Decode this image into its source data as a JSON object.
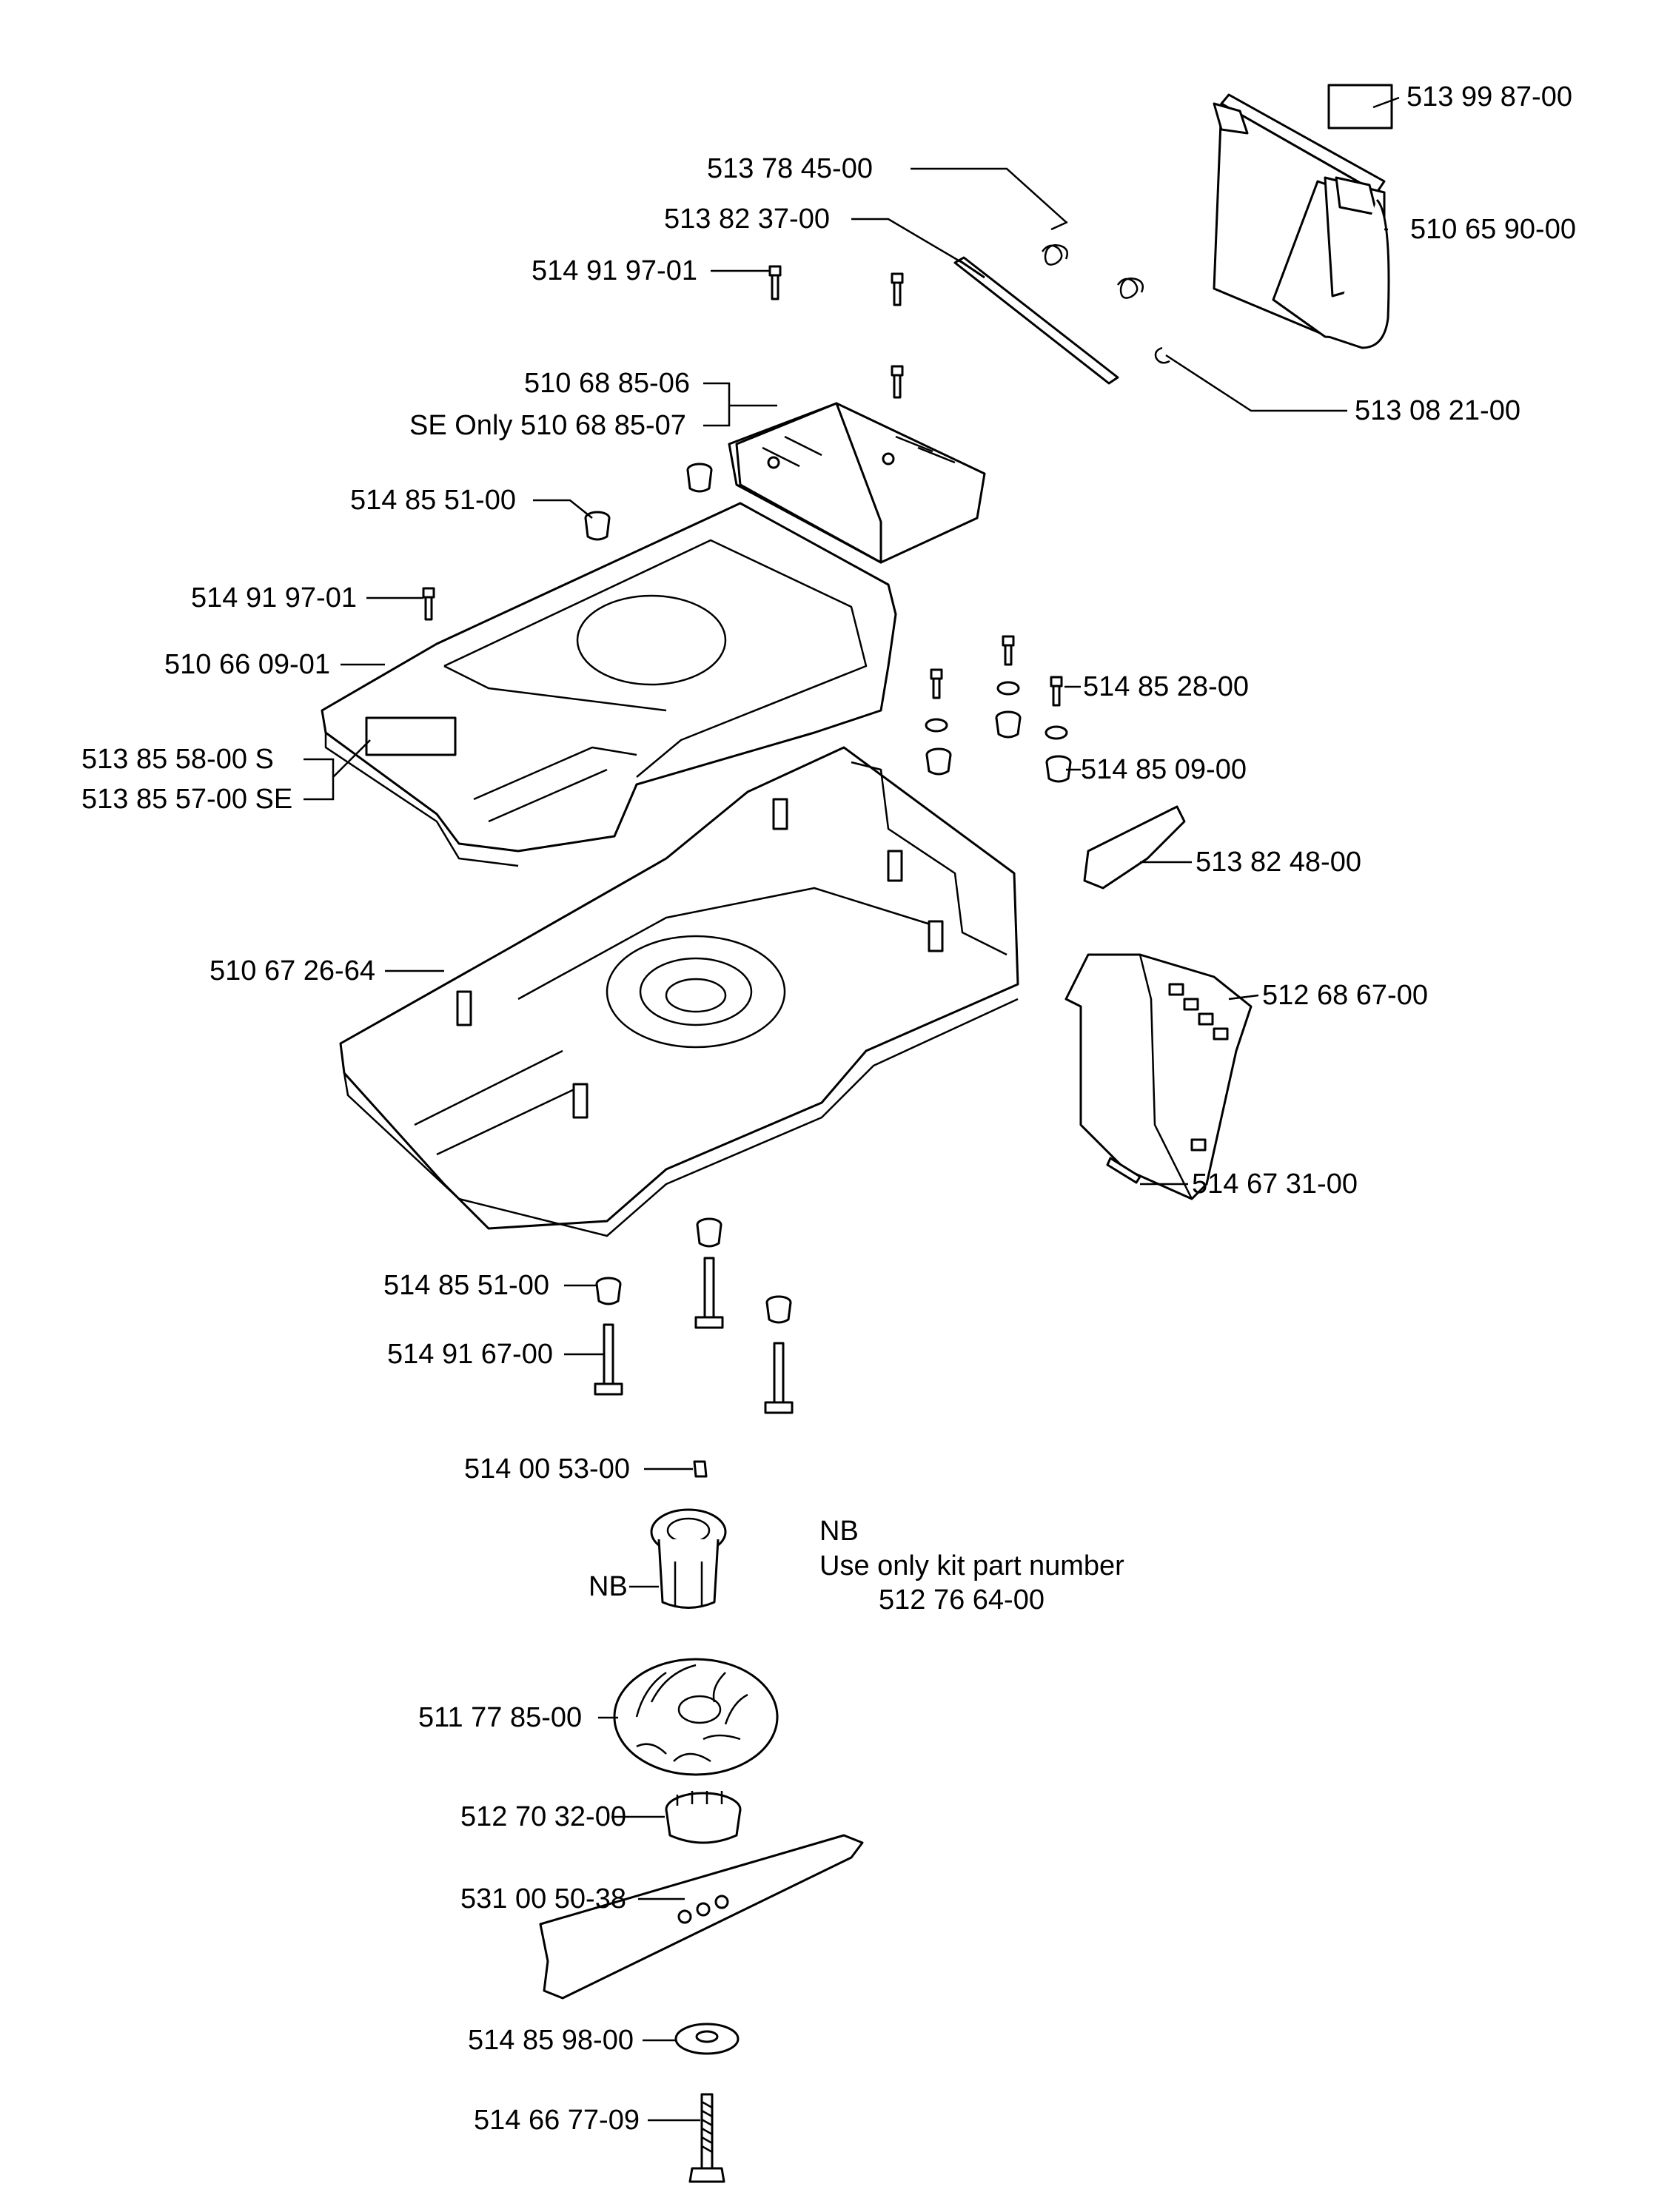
{
  "labels": {
    "p513998700": "513 99 87-00",
    "p513784500": "513 78 45-00",
    "p510659000": "510 65 90-00",
    "p513823700": "513 82 37-00",
    "p514919701a": "514 91 97-01",
    "p513082100": "513 08 21-00",
    "p510688506": "510 68 85-06",
    "p510688507": "SE Only 510 68 85-07",
    "p514855100a": "514 85 51-00",
    "p514919701b": "514 91 97-01",
    "p510660901": "510 66 09-01",
    "p514852800": "514 85 28-00",
    "p513855800": "513 85 58-00 S",
    "p513855700": "513 85 57-00 SE",
    "p514850900": "514 85 09-00",
    "p513824800": "513 82 48-00",
    "p510672664": "510 67 26-64",
    "p512686700": "512 68 67-00",
    "p514673100": "514 67 31-00",
    "p514855100b": "514 85 51-00",
    "p514916700": "514 91 67-00",
    "p514005300": "514 00 53-00",
    "nb": "NB",
    "p511778500": "511 77 85-00",
    "p512703200": "512 70 32-00",
    "p531005038": "531 00 50-38",
    "p514859800": "514 85 98-00",
    "p514667709": "514 66 77-09"
  },
  "note": {
    "title": "NB",
    "line1": "Use only kit part number",
    "line2": "512 76 64-00"
  }
}
